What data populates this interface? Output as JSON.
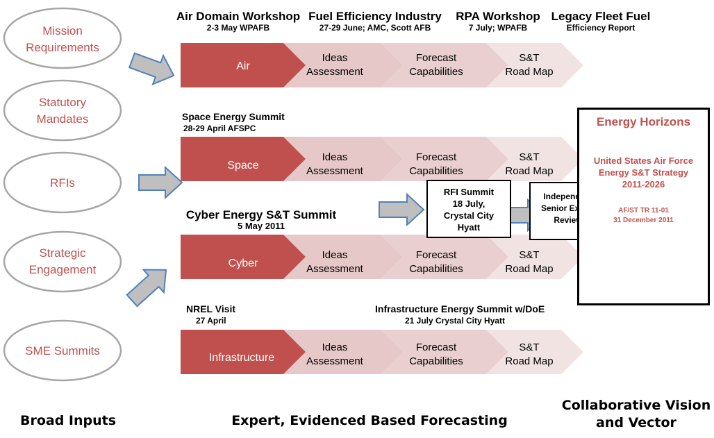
{
  "inputs": [
    {
      "id": "mission",
      "label_lines": [
        "Mission",
        "Requirements"
      ]
    },
    {
      "id": "statutory",
      "label_lines": [
        "Statutory",
        "Mandates"
      ]
    },
    {
      "id": "rfis",
      "label_lines": [
        "RFIs"
      ]
    },
    {
      "id": "strategic",
      "label_lines": [
        "Strategic",
        "Engagement"
      ]
    },
    {
      "id": "sme",
      "label_lines": [
        "SME Summits"
      ]
    }
  ],
  "rows": [
    {
      "id": "air",
      "domain": "Air",
      "steps": [
        [
          "Ideas",
          "Assessment"
        ],
        [
          "Forecast",
          "Capabilities"
        ],
        [
          "S&T",
          "Road Map"
        ]
      ]
    },
    {
      "id": "space",
      "domain": "Space",
      "steps": [
        [
          "Ideas",
          "Assessment"
        ],
        [
          "Forecast",
          "Capabilities"
        ],
        [
          "S&T",
          "Road Map"
        ]
      ]
    },
    {
      "id": "cyber",
      "domain": "Cyber",
      "steps": [
        [
          "Ideas",
          "Assessment"
        ],
        [
          "Forecast",
          "Capabilities"
        ],
        [
          "S&T",
          "Road Map"
        ]
      ]
    },
    {
      "id": "infrastructure",
      "domain": "Infrastructure",
      "steps": [
        [
          "Ideas",
          "Assessment"
        ],
        [
          "Forecast",
          "Capabilities"
        ],
        [
          "S&T",
          "Road Map"
        ]
      ]
    }
  ],
  "events": {
    "air_domain": {
      "title": "Air Domain Workshop",
      "sub": "2-3 May WPAFB"
    },
    "fuel_efficiency": {
      "title": "Fuel Efficiency Industry",
      "sub": "27-29 June; AMC, Scott AFB"
    },
    "rpa": {
      "title": "RPA Workshop",
      "sub": "7 July; WPAFB"
    },
    "legacy_fleet": {
      "title": "Legacy Fleet Fuel",
      "sub": "Efficiency Report"
    },
    "space_summit": {
      "title": "Space Energy Summit",
      "sub": "28-29  April AFSPC"
    },
    "cyber_summit": {
      "title": "Cyber Energy S&T Summit",
      "sub": "5 May 2011"
    },
    "nrel": {
      "title": "NREL Visit",
      "sub": "27 April"
    },
    "infra_summit": {
      "title": "Infrastructure Energy Summit w/DoE",
      "sub": "21 July Crystal City Hyatt"
    }
  },
  "rfi_summit": {
    "lines": [
      "RFI Summit",
      "18 July,",
      "Crystal City",
      "Hyatt"
    ]
  },
  "independent_review": {
    "lines": [
      "Independent",
      "Senior Expert",
      "Review"
    ]
  },
  "energy_horizons": {
    "title": "Energy Horizons",
    "lines": [
      "United States Air Force",
      "Energy S&T Strategy",
      "2011-2026"
    ],
    "report_lines": [
      "AF/ST TR 11-01",
      "31 December 2011"
    ]
  },
  "bottom_labels": {
    "broad_inputs": "Broad Inputs",
    "forecasting": "Expert, Evidenced Based Forecasting",
    "vision_lines": [
      "Collaborative Vision",
      "and Vector"
    ]
  },
  "colors": {
    "domain_fill": "#c0504d",
    "step_fill": "#e6c8c8",
    "ellipse_stroke": "#a6a6a6",
    "input_text": "#c0504d",
    "block_arrow_fill": "#bfbfbf",
    "block_arrow_stroke": "#4f81bd"
  }
}
